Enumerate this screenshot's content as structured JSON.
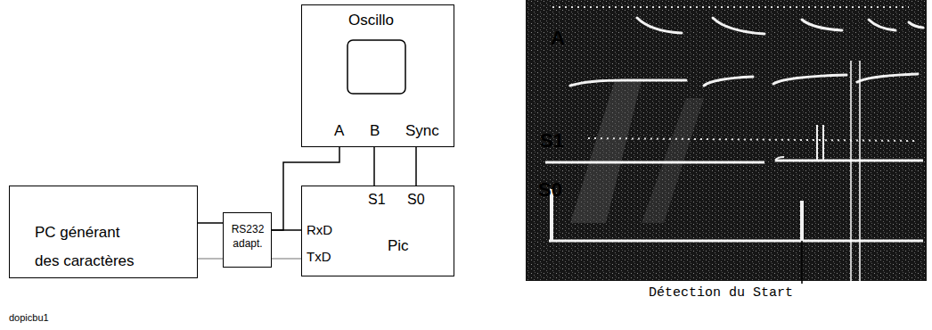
{
  "diagram": {
    "nodes": [
      {
        "text": [
          "PC générant des caractères"
        ]
      },
      {
        "text": [
          "RS232 adapt."
        ]
      },
      {
        "text": [
          "Oscillo",
          "A",
          "B",
          "Sync"
        ]
      },
      {
        "text": [
          "S1",
          "S0",
          "RxD",
          "TxD",
          "Pic"
        ]
      }
    ],
    "edges": [
      {
        "from": 0,
        "to": 1,
        "arrow": "none"
      },
      {
        "from": 0,
        "to": 1,
        "arrow": "none"
      },
      {
        "from": 1,
        "to": 3,
        "arrow": "none"
      },
      {
        "from": 1,
        "to": 3,
        "arrow": "none"
      },
      {
        "from": 1,
        "to": 2,
        "arrow": "none"
      },
      {
        "from": 2,
        "to": 3,
        "arrow": "none"
      },
      {
        "from": 2,
        "to": 3,
        "arrow": "none"
      }
    ],
    "labels": [
      "A",
      "S1",
      "S0",
      "Détection du Start",
      "dopicbu1"
    ]
  }
}
